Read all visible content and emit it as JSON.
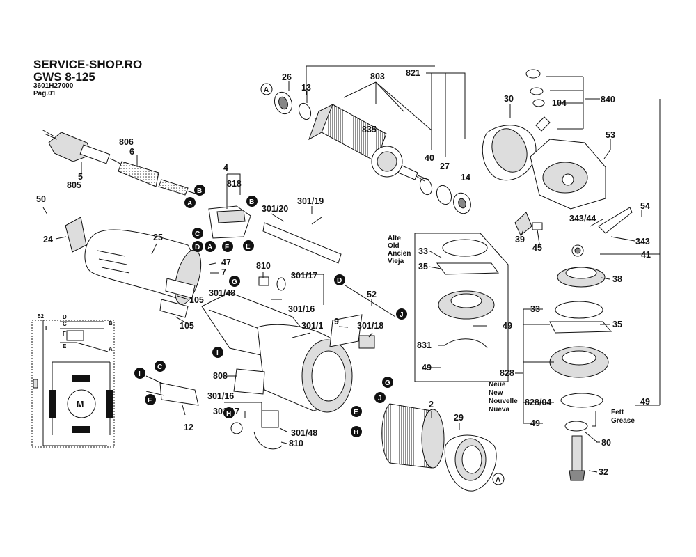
{
  "header": {
    "shop": "SERVICE-SHOP.RO",
    "model": "GWS 8-125",
    "part_no": "3601H27000",
    "page": "Pag.01"
  },
  "callouts": {
    "n26": "26",
    "n13": "13",
    "n803": "803",
    "n821": "821",
    "n835": "835",
    "n30": "30",
    "n104": "104",
    "n840": "840",
    "n53": "53",
    "n806": "806",
    "n6": "6",
    "n5": "5",
    "n805": "805",
    "n40": "40",
    "n27": "27",
    "n14": "14",
    "n4": "4",
    "n818": "818",
    "n301_19": "301/19",
    "n301_20": "301/20",
    "n50": "50",
    "n24": "24",
    "n25": "25",
    "n54": "54",
    "n343_44": "343/44",
    "n39": "39",
    "n45": "45",
    "n343": "343",
    "n41": "41",
    "n33a": "33",
    "n35a": "35",
    "n38": "38",
    "n47": "47",
    "n7": "7",
    "n810a": "810",
    "n301_17a": "301/17",
    "n301_48a": "301/48",
    "n105a": "105",
    "n105b": "105",
    "n301_16a": "301/16",
    "n52b": "52",
    "n301_1": "301/1",
    "n9": "9",
    "n301_18": "301/18",
    "n49a": "49",
    "n831": "831",
    "n49b": "49",
    "n33b": "33",
    "n35b": "35",
    "n828": "828",
    "n828_04": "828/04",
    "n49c": "49",
    "n49d": "49",
    "n808": "808",
    "n12": "12",
    "n301_16b": "301/16",
    "n301_17b": "301/17",
    "n301_48b": "301/48",
    "n810b": "810",
    "n2": "2",
    "n29": "29",
    "n80": "80",
    "n32": "32"
  },
  "markers": {
    "A": "A",
    "B": "B",
    "C": "C",
    "D": "D",
    "E": "E",
    "F": "F",
    "G": "G",
    "H": "H",
    "I": "I",
    "J": "J"
  },
  "old_box": {
    "alte": "Alte",
    "old": "Old",
    "ancien": "Ancien",
    "vieja": "Vieja"
  },
  "new_label": {
    "neue": "Neue",
    "new": "New",
    "nouvelle": "Nouvelle",
    "nueva": "Nueva"
  },
  "grease": {
    "fett": "Fett",
    "grease": "Grease"
  },
  "schematic": {
    "n52": "52",
    "motor": "M",
    "I": "I",
    "D": "D",
    "C": "C",
    "F": "F",
    "E": "E",
    "B": "B",
    "A": "A"
  }
}
